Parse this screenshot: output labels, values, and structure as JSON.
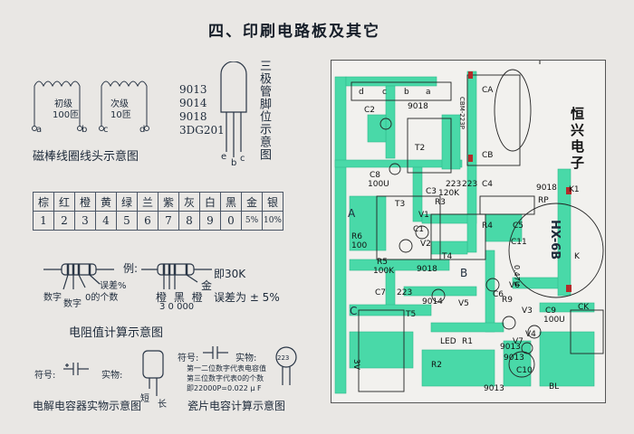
{
  "title": "四、印刷电路板及其它",
  "coil": {
    "caption": "磁棒线圈线头示意图",
    "primary": "初级",
    "primary_turns": "100匝",
    "secondary": "次级",
    "secondary_turns": "10匝",
    "terminals": [
      "a",
      "b",
      "c",
      "d"
    ]
  },
  "transistor": {
    "models": [
      "9013",
      "9014",
      "9018",
      "3DG201"
    ],
    "caption": "三极管脚位示意图",
    "pins": [
      "e",
      "b",
      "c"
    ]
  },
  "color_code": {
    "colors": [
      "棕",
      "红",
      "橙",
      "黄",
      "绿",
      "兰",
      "紫",
      "灰",
      "白",
      "黑",
      "金",
      "银"
    ],
    "values": [
      "1",
      "2",
      "3",
      "4",
      "5",
      "6",
      "7",
      "8",
      "9",
      "0",
      "5%",
      "10%"
    ]
  },
  "resistor": {
    "label_digit": "数字",
    "label_digit2": "数字",
    "label_zeros": "0的个数",
    "label_tolerance": "误差%",
    "example": "例:",
    "gold": "金",
    "example_colors": "橙 黑 橙",
    "example_digits": "3  0 000",
    "result": "即30K",
    "result_tolerance": "误差为 ± 5%",
    "caption": "电阻值计算示意图"
  },
  "capacitor": {
    "symbol_label": "符号:",
    "real_label": "实物:",
    "electrolytic_caption": "电解电容器实物示意图",
    "short": "短",
    "long": "长",
    "ceramic_symbol_label": "符号:",
    "ceramic_real_label": "实物:",
    "ceramic_code": "223",
    "note1": "第一二位数字代表电容值",
    "note2": "第三位数字代表0的个数",
    "note3": "即22000P=0.022 μ F",
    "ceramic_caption": "瓷片电容计算示意图"
  },
  "pcb": {
    "brand": "恒兴电子",
    "model": "HX-6B",
    "labels": {
      "d": "d",
      "c": "c",
      "b": "b",
      "a": "a",
      "ca": "CA",
      "cb": "CB",
      "c8": "C8",
      "c8v": "100U",
      "t2": "T2",
      "cbm": "CBM-223P",
      "t3": "T3",
      "a_big": "A",
      "r6": "R6",
      "r6v": "100",
      "v1": "V1",
      "v2": "V2",
      "t4": "T4",
      "r5": "R5",
      "r5v": "100K",
      "c7": "C7",
      "c7v": "223",
      "b_big": "B",
      "c_big": "C",
      "t5": "T5",
      "r3": "R3",
      "r3v": "120K",
      "c4": "C4",
      "c4v": "223",
      "rp": "RP",
      "k1": "K1",
      "k": "K",
      "ck": "CK",
      "c9": "C9",
      "c9v": "100U",
      "c10": "C10",
      "bl": "BL",
      "led": "LED",
      "r1": "R1",
      "r2": "R2",
      "m9018a": "9018",
      "m9018b": "9018",
      "m9018c": "9018",
      "m9014": "9014",
      "m9013a": "9013",
      "m9013b": "9013",
      "m9013c": "9013",
      "c5": "C5",
      "c11": "C11",
      "c6": "C6",
      "c6v": "0.47U",
      "c3": "C3",
      "c2": "C2",
      "c1": "C1",
      "v3": "V3",
      "v4": "V4",
      "v5": "V5",
      "v6": "V6",
      "v7": "V7",
      "r9": "R9",
      "r4": "R4",
      "v3v": "3V",
      "c223": "223"
    }
  }
}
